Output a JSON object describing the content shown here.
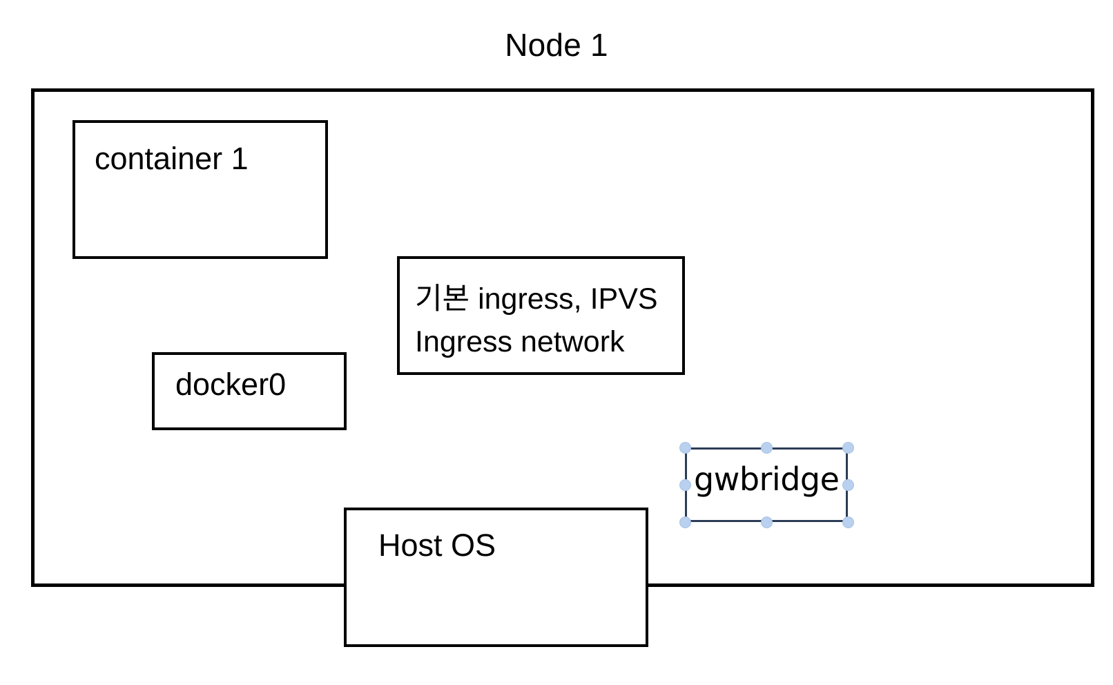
{
  "diagram": {
    "title": "Node 1",
    "background_color": "#ffffff",
    "stroke_color": "#000000"
  },
  "nodes": {
    "node_frame": {
      "name": "Node 1 boundary"
    },
    "container": {
      "label": "container 1"
    },
    "ingress": {
      "line1": "기본 ingress, IPVS",
      "line2": "Ingress network"
    },
    "docker0": {
      "label": "docker0"
    },
    "host_os": {
      "label": "Host OS"
    },
    "gwbridge": {
      "label": "gwbridge",
      "selected": true,
      "handle_color": "#b9d0ee",
      "border_color": "#2c3c56",
      "handles": [
        "top-left",
        "top-center",
        "top-right",
        "middle-left",
        "middle-right",
        "bottom-left",
        "bottom-center",
        "bottom-right"
      ]
    }
  }
}
